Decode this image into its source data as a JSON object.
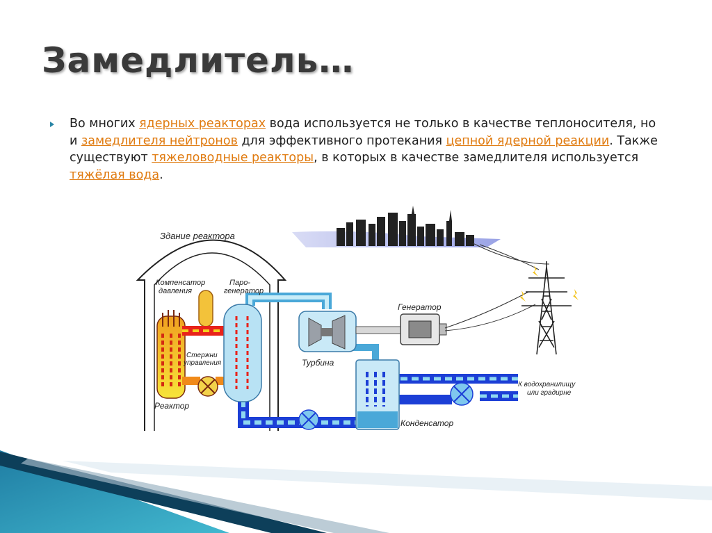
{
  "title": "Замедлитель…",
  "paragraph": {
    "t1": "Во многих ",
    "link1": "ядерных реакторах",
    "t2": " вода используется не только в качестве теплоносителя, но и ",
    "link2": "замедлителя нейтронов",
    "t3": " для эффективного протекания ",
    "link3": "цепной ядерной реакции",
    "t4": ". Также существуют ",
    "link4": "тяжеловодные реакторы",
    "t5": ", в которых в качестве замедлителя используется ",
    "link5": "тяжёлая вода",
    "t6": "."
  },
  "diagram": {
    "labels": {
      "building": "Здание реактора",
      "pressurizer_1": "Компенсатор",
      "pressurizer_2": "давления",
      "steam_gen_1": "Паро-",
      "steam_gen_2": "генератор",
      "rods_1": "Стержни",
      "rods_2": "управления",
      "reactor": "Реактор",
      "turbine": "Турбина",
      "generator": "Генератор",
      "condenser": "Конденсатор",
      "outlet_1": "К водохранилищу",
      "outlet_2": "или градирне"
    },
    "colors": {
      "hot": "#e8231a",
      "hot_core": "#f5d21c",
      "cold": "#1c3fd6",
      "steam": "#a8dcf0",
      "accent": "#e07b10"
    }
  }
}
